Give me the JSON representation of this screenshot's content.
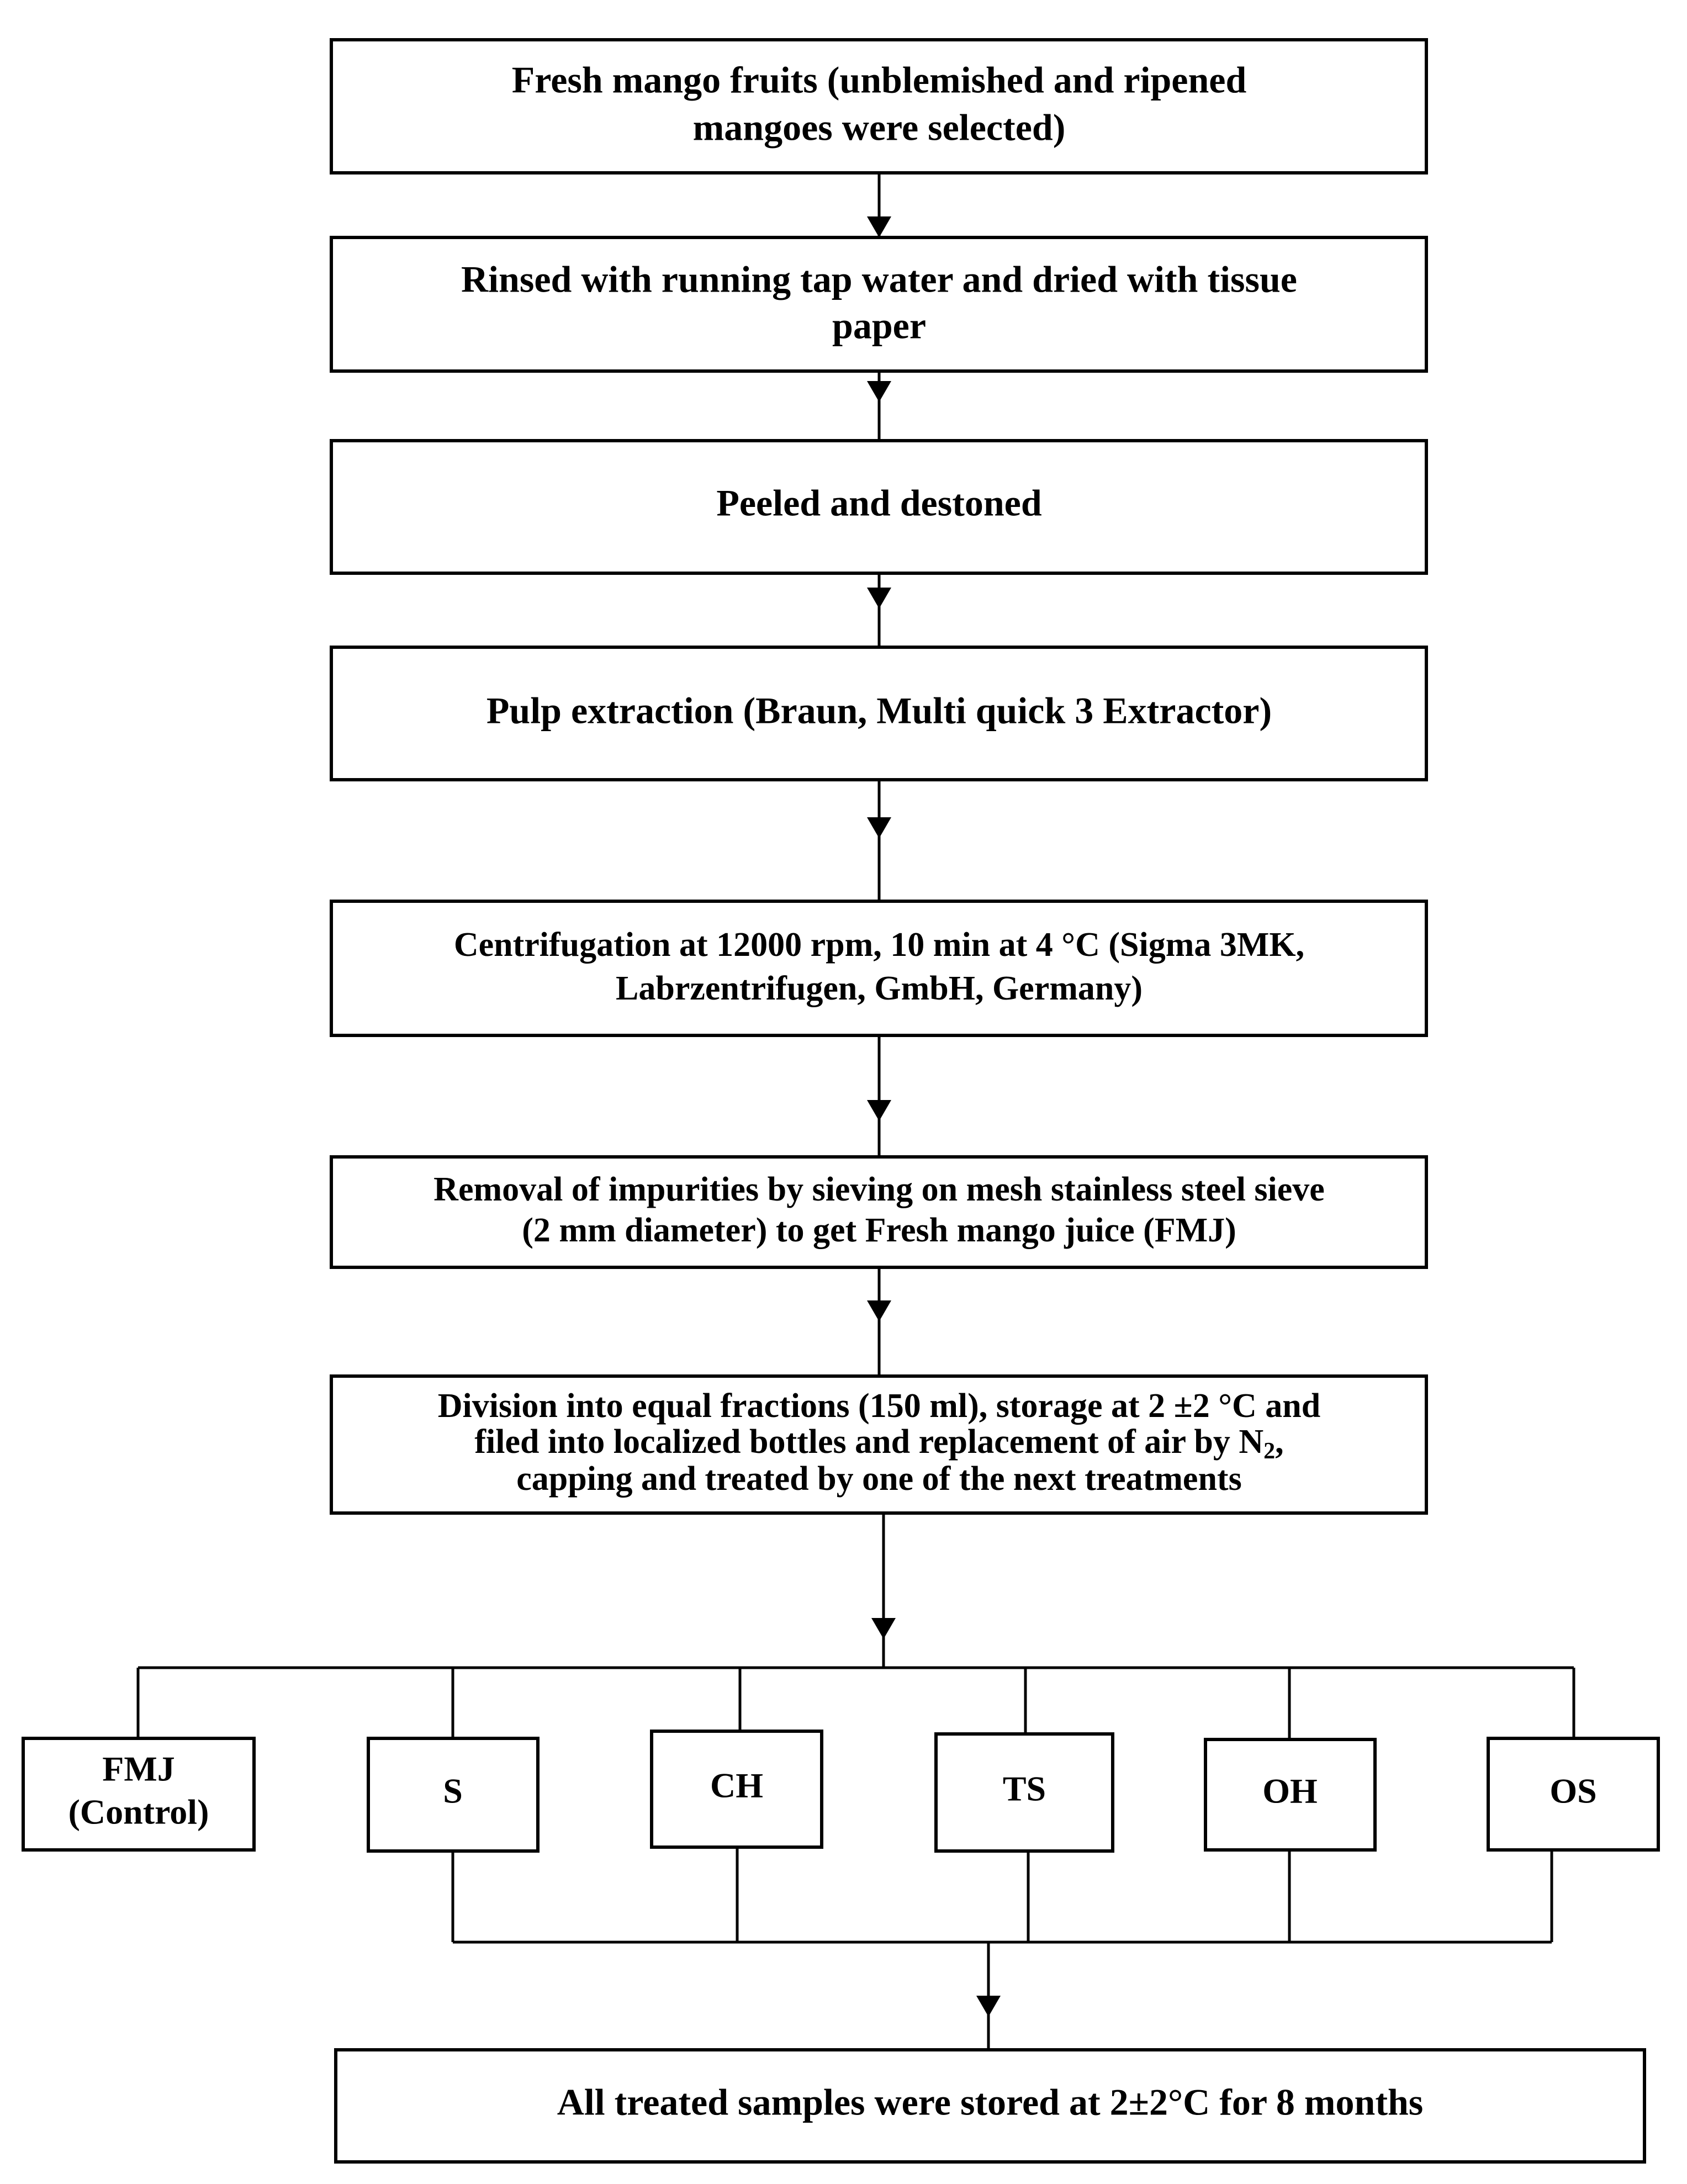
{
  "steps": {
    "s1": {
      "line1": "Fresh mango fruits (unblemished and ripened",
      "line2": "mangoes were selected)"
    },
    "s2": {
      "line1": "Rinsed with running tap water and dried with tissue",
      "line2": "paper"
    },
    "s3": {
      "line1": "Peeled and destoned"
    },
    "s4": {
      "line1": "Pulp  extraction  (Braun, Multi quick 3 Extractor)"
    },
    "s5": {
      "line1": "Centrifugation at 12000 rpm,  10 min at 4 °C (Sigma 3MK,",
      "line2": "Labrzentrifugen, GmbH, Germany)"
    },
    "s6": {
      "line1": "Removal of impurities by sieving on mesh stainless steel sieve",
      "line2": "(2 mm diameter) to get Fresh mango juice (FMJ)"
    },
    "s7": {
      "line1": "Division into equal fractions (150 ml), storage at 2 ±2 °C and",
      "line2_main": "filed into localized bottles and replacement of air by N",
      "line2_sub": "2",
      "line2_end": ",",
      "line3": "capping and treated by one of the next treatments"
    }
  },
  "treatments": {
    "fmj": {
      "line1": "FMJ",
      "line2": "(Control)"
    },
    "s": "S",
    "ch": "CH",
    "ts": "TS",
    "oh": "OH",
    "os": "OS"
  },
  "final": "All treated samples were stored at 2±2°C for 8 months"
}
